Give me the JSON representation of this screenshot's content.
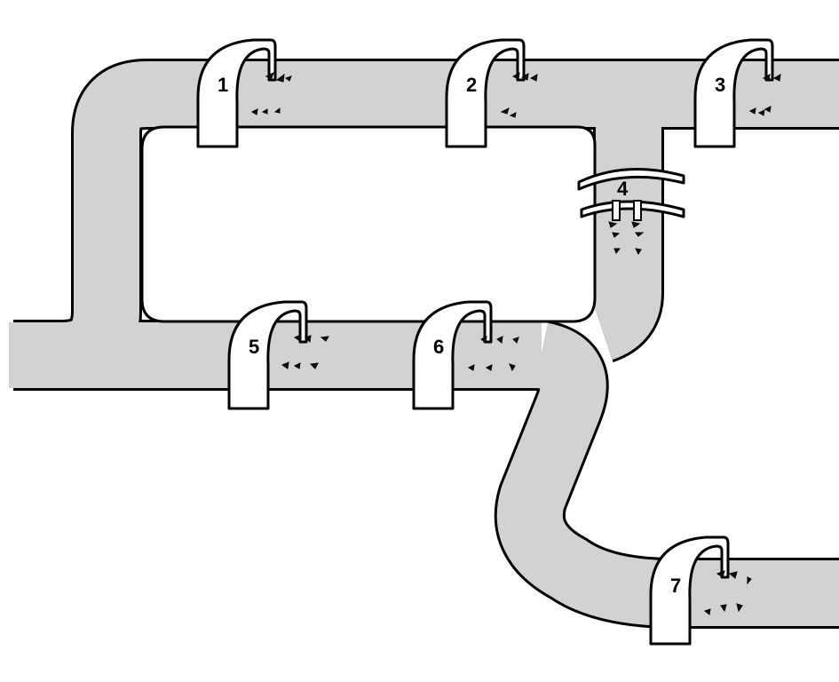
{
  "diagram": {
    "colors": {
      "pipe": "#d2d2d2",
      "outline": "#000000",
      "clamp": "#ffffff",
      "background": "#ffffff"
    },
    "clamps": [
      {
        "id": "clamp-1",
        "label": "1"
      },
      {
        "id": "clamp-2",
        "label": "2"
      },
      {
        "id": "clamp-3",
        "label": "3"
      },
      {
        "id": "clamp-4",
        "label": "4"
      },
      {
        "id": "clamp-5",
        "label": "5"
      },
      {
        "id": "clamp-6",
        "label": "6"
      },
      {
        "id": "clamp-7",
        "label": "7"
      }
    ]
  }
}
